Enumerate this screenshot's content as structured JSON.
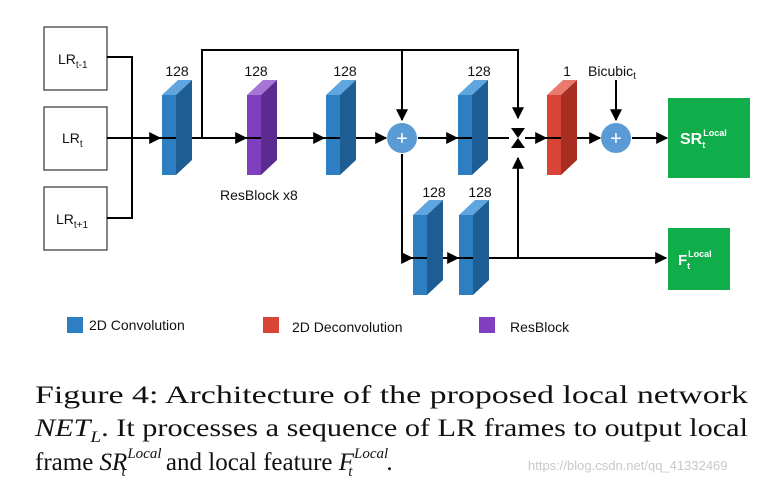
{
  "inputs": [
    {
      "base": "LR",
      "sub": "t-1"
    },
    {
      "base": "LR",
      "sub": "t"
    },
    {
      "base": "LR",
      "sub": "t+1"
    }
  ],
  "channel_labels": {
    "conv1": "128",
    "resblock": "128",
    "conv2": "128",
    "conv3": "128",
    "deconv": "1",
    "branch_conv1": "128",
    "branch_conv2": "128"
  },
  "resblock_label": "ResBlock x8",
  "bicubic": {
    "base": "Bicubic",
    "sub": "t"
  },
  "plus_symbol": "+",
  "outputs": {
    "sr": {
      "base": "SR",
      "sub": "t",
      "sup": "Local"
    },
    "feature": {
      "base": "F",
      "sub": "t",
      "sup": "Local"
    }
  },
  "legend": [
    {
      "label": "2D Convolution",
      "color": "#2e7fc1"
    },
    {
      "label": "2D Deconvolution",
      "color": "#d84435"
    },
    {
      "label": "ResBlock",
      "color": "#7f3fbf"
    }
  ],
  "colors": {
    "conv": "#2e7fc1",
    "deconv": "#d84435",
    "resblock": "#7f3fbf",
    "adder": "#5b9bd5",
    "output": "#0fae4b"
  },
  "caption": {
    "line1": "Figure 4: Architecture of the proposed local network",
    "net": "NET",
    "net_sub": "L",
    "line2_rest": ". It processes a sequence of LR frames to output local",
    "line3_a": "frame ",
    "sr": "SR",
    "sr_sub": "t",
    "sr_sup": "Local",
    "line3_b": " and local feature ",
    "f": "F",
    "f_sub": "t",
    "f_sup": "Local",
    "line3_end": "."
  },
  "watermark": "https://blog.csdn.net/qq_41332469"
}
